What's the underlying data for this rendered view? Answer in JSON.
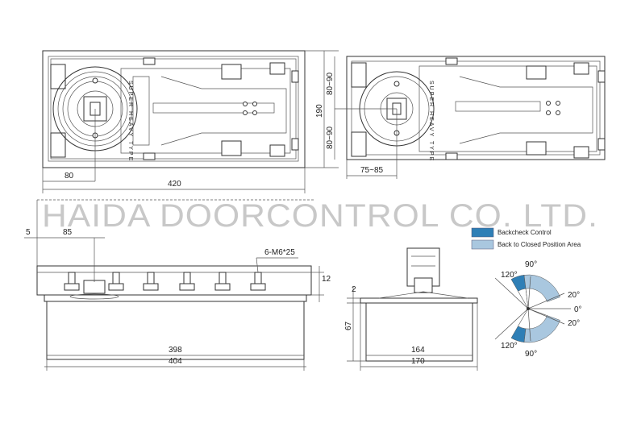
{
  "watermark": "HAIDA DOORCONTROL CO. LTD.",
  "dims": {
    "top_left_width": "420",
    "top_left_offset": "80",
    "height_190": "190",
    "half_upper": "80~90",
    "half_lower": "80~90",
    "top_right_offset": "75~85",
    "side_5": "5",
    "side_85": "85",
    "bolts": "6-M6*25",
    "side_12": "12",
    "inner_398": "398",
    "outer_404": "404",
    "end_2": "2",
    "end_67": "67",
    "end_164": "164",
    "end_170": "170"
  },
  "tape_text": "SUPER HEAVY TYPE",
  "legend": {
    "backcheck": "Backcheck Control",
    "closed_area": "Back to Closed Position Area",
    "backcheck_color": "#2f7fb6",
    "closed_color": "#a9c7df"
  },
  "angles": {
    "a120_top": "120°",
    "a90_top": "90°",
    "a20_top": "20°",
    "a0": "0°",
    "a20_bottom": "20°",
    "a120_bottom": "120°",
    "a90_bottom": "90°"
  }
}
